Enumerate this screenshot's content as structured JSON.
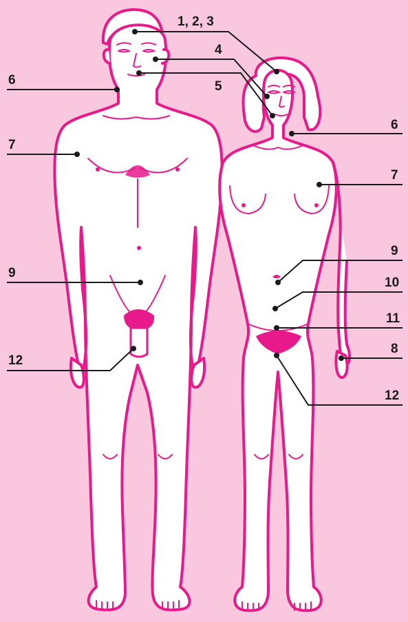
{
  "colors": {
    "background": "#f9c8df",
    "outline": "#e8198b",
    "fill": "#ffffff",
    "hair": "#e8198b",
    "leader": "#1a1a1a"
  },
  "figures": [
    {
      "name": "male-figure"
    },
    {
      "name": "female-figure"
    }
  ],
  "labels": [
    {
      "id": "m6",
      "text": "6"
    },
    {
      "id": "m7",
      "text": "7"
    },
    {
      "id": "m9",
      "text": "9"
    },
    {
      "id": "m12",
      "text": "12"
    },
    {
      "id": "f123",
      "text": "1, 2, 3"
    },
    {
      "id": "f4",
      "text": "4"
    },
    {
      "id": "f5",
      "text": "5"
    },
    {
      "id": "f6",
      "text": "6"
    },
    {
      "id": "f7",
      "text": "7"
    },
    {
      "id": "f9",
      "text": "9"
    },
    {
      "id": "f10",
      "text": "10"
    },
    {
      "id": "f11",
      "text": "11"
    },
    {
      "id": "f8",
      "text": "8"
    },
    {
      "id": "f12",
      "text": "12"
    }
  ]
}
